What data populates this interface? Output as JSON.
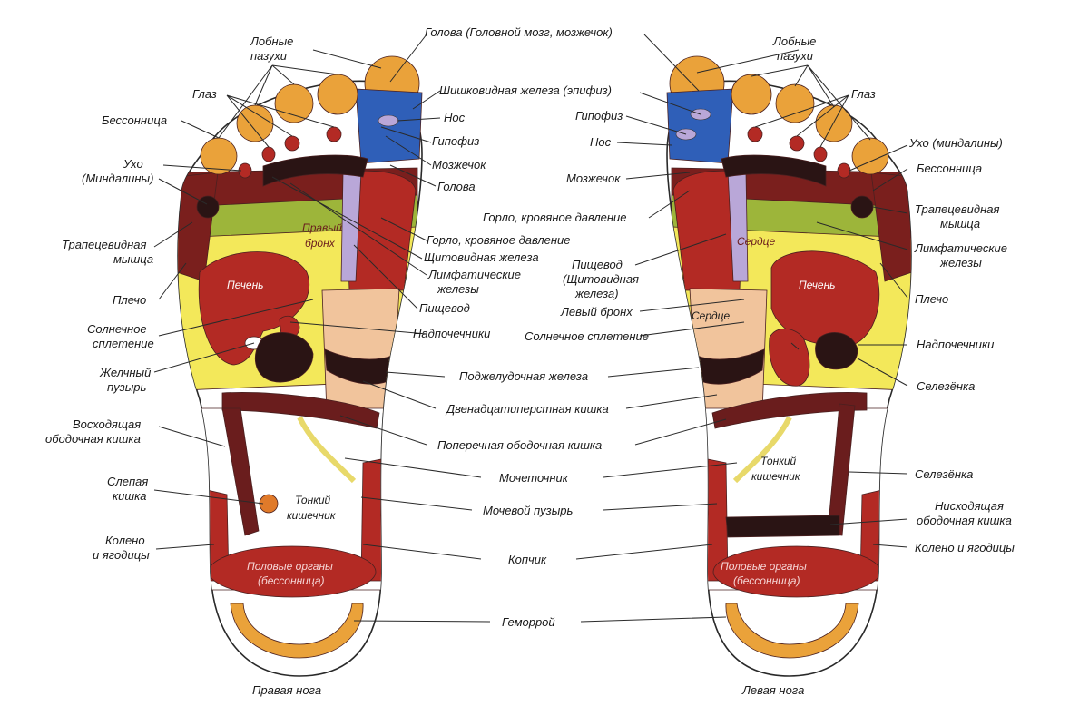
{
  "colors": {
    "orange": "#eaa23a",
    "blue": "#2f5fb8",
    "lavender": "#b9a7d8",
    "red": "#b32a24",
    "darkred": "#7a1f1d",
    "dark": "#2a1414",
    "green": "#9db53a",
    "yellow": "#f3e85a",
    "peach": "#f1c49c",
    "brownred": "#6a1d1d"
  },
  "captions": {
    "right_foot": "Правая нога",
    "left_foot": "Левая нога"
  },
  "inner": {
    "right_bronchus_1": "Правый",
    "right_bronchus_2": "бронх",
    "liver_r": "Печень",
    "small_intestine_r_1": "Тонкий",
    "small_intestine_r_2": "кишечник",
    "genitals_r_1": "Половые органы",
    "genitals_r_2": "(бессонница)",
    "heart_upper": "Сердце",
    "liver_l": "Печень",
    "heart_lower": "Сердце",
    "small_intestine_l_1": "Тонкий",
    "small_intestine_l_2": "кишечник",
    "genitals_l_1": "Половые органы",
    "genitals_l_2": "(бессонница)"
  },
  "left_labels": {
    "sinuses_1": "Лобные",
    "sinuses_2": "пазухи",
    "eye": "Глаз",
    "insomnia": "Бессонница",
    "ear_1": "Ухо",
    "ear_2": "(Миндалины)",
    "trapezius_1": "Трапецевидная",
    "trapezius_2": "мышца",
    "shoulder": "Плечо",
    "solar_1": "Солнечное",
    "solar_2": "сплетение",
    "gallbladder_1": "Желчный",
    "gallbladder_2": "пузырь",
    "ascending_1": "Восходящая",
    "ascending_2": "ободочная кишка",
    "cecum_1": "Слепая",
    "cecum_2": "кишка",
    "knee_1": "Колено",
    "knee_2": "и ягодицы"
  },
  "center_labels": {
    "head": "Голова (Головной мозг, мозжечок)",
    "pineal": "Шишковидная железа (эпифиз)",
    "nose_r": "Нос",
    "pituitary_r": "Гипофиз",
    "cerebellum_r": "Мозжечок",
    "head_r": "Голова",
    "throat_r": "Горло, кровяное давление",
    "thyroid_r": "Щитовидная железа",
    "lymph_r_1": "Лимфатические",
    "lymph_r_2": "железы",
    "esophagus_r": "Пищевод",
    "adrenals_r": "Надпочечники",
    "pituitary_l": "Гипофиз",
    "nose_l": "Нос",
    "cerebellum_l": "Мозжечок",
    "throat_l": "Горло, кровяное давление",
    "esophagus_l_1": "Пищевод",
    "esophagus_l_2": "(Щитовидная",
    "esophagus_l_3": "железа)",
    "left_bronchus": "Левый бронх",
    "solar_l": "Солнечное сплетение",
    "pancreas": "Поджелудочная железа",
    "duodenum": "Двенадцатиперстная кишка",
    "transverse": "Поперечная ободочная кишка",
    "ureter": "Мочеточник",
    "bladder": "Мочевой пузырь",
    "coccyx": "Копчик",
    "hemorrhoids": "Геморрой"
  },
  "right_labels": {
    "sinuses_1": "Лобные",
    "sinuses_2": "пазухи",
    "eye": "Глаз",
    "ear": "Ухо (миндалины)",
    "insomnia": "Бессонница",
    "trapezius_1": "Трапецевидная",
    "trapezius_2": "мышца",
    "lymph_1": "Лимфатические",
    "lymph_2": "железы",
    "shoulder": "Плечо",
    "adrenals": "Надпочечники",
    "spleen_1": "Селезёнка",
    "spleen_2": "Селезёнка",
    "descending_1": "Нисходящая",
    "descending_2": "ободочная кишка",
    "knee": "Колено и ягодицы"
  }
}
